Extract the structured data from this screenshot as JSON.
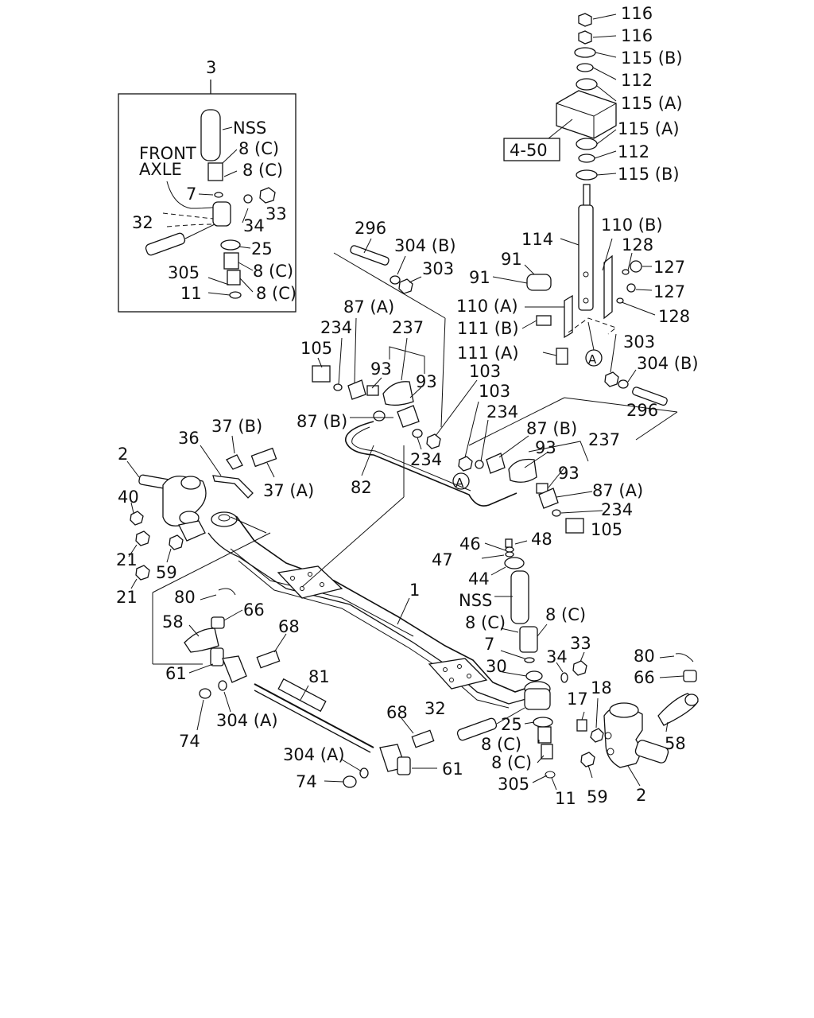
{
  "inset": {
    "number": "3",
    "note_line1": "FRONT",
    "note_line2": "AXLE",
    "labels": [
      {
        "id": "nss",
        "text": "NSS"
      },
      {
        "id": "c1",
        "text": "8 (C)"
      },
      {
        "id": "c2",
        "text": "8 (C)"
      },
      {
        "id": "p7",
        "text": "7"
      },
      {
        "id": "p34",
        "text": "34"
      },
      {
        "id": "p33",
        "text": "33"
      },
      {
        "id": "p32",
        "text": "32"
      },
      {
        "id": "p25",
        "text": "25"
      },
      {
        "id": "c3",
        "text": "8 (C)"
      },
      {
        "id": "p305",
        "text": "305"
      },
      {
        "id": "c4",
        "text": "8 (C)"
      },
      {
        "id": "p11",
        "text": "11"
      }
    ]
  },
  "reference_box": "4-50",
  "circle_marker": "A",
  "labels": [
    {
      "id": "l116a",
      "text": "116"
    },
    {
      "id": "l116b",
      "text": "116"
    },
    {
      "id": "l115b1",
      "text": "115 (B)"
    },
    {
      "id": "l112a",
      "text": "112"
    },
    {
      "id": "l115a1",
      "text": "115 (A)"
    },
    {
      "id": "l115a2",
      "text": "115 (A)"
    },
    {
      "id": "l112b",
      "text": "112"
    },
    {
      "id": "l115b2",
      "text": "115 (B)"
    },
    {
      "id": "l114",
      "text": "114"
    },
    {
      "id": "l110b",
      "text": "110 (B)"
    },
    {
      "id": "l128a",
      "text": "128"
    },
    {
      "id": "l127a",
      "text": "127"
    },
    {
      "id": "l127b",
      "text": "127"
    },
    {
      "id": "l128b",
      "text": "128"
    },
    {
      "id": "l91a",
      "text": "91"
    },
    {
      "id": "l91b",
      "text": "91"
    },
    {
      "id": "l110a",
      "text": "110 (A)"
    },
    {
      "id": "l111b",
      "text": "111 (B)"
    },
    {
      "id": "l111a",
      "text": "111 (A)"
    },
    {
      "id": "l296a",
      "text": "296"
    },
    {
      "id": "l304b1",
      "text": "304 (B)"
    },
    {
      "id": "l303a",
      "text": "303"
    },
    {
      "id": "l87a1",
      "text": "87 (A)"
    },
    {
      "id": "l234a",
      "text": "234"
    },
    {
      "id": "l237a",
      "text": "237"
    },
    {
      "id": "l105a",
      "text": "105"
    },
    {
      "id": "l93a",
      "text": "93"
    },
    {
      "id": "l93b",
      "text": "93"
    },
    {
      "id": "l103a",
      "text": "103"
    },
    {
      "id": "l303b",
      "text": "303"
    },
    {
      "id": "l304b2",
      "text": "304 (B)"
    },
    {
      "id": "l296b",
      "text": "296"
    },
    {
      "id": "l87b1",
      "text": "87 (B)"
    },
    {
      "id": "l103b",
      "text": "103"
    },
    {
      "id": "l234b",
      "text": "234"
    },
    {
      "id": "l87b2",
      "text": "87 (B)"
    },
    {
      "id": "l237b",
      "text": "237"
    },
    {
      "id": "l93c",
      "text": "93"
    },
    {
      "id": "l234c",
      "text": "234"
    },
    {
      "id": "l93d",
      "text": "93"
    },
    {
      "id": "l82",
      "text": "82"
    },
    {
      "id": "l87a2",
      "text": "87 (A)"
    },
    {
      "id": "l234d",
      "text": "234"
    },
    {
      "id": "l105b",
      "text": "105"
    },
    {
      "id": "l36",
      "text": "36"
    },
    {
      "id": "l37b",
      "text": "37 (B)"
    },
    {
      "id": "l2a",
      "text": "2"
    },
    {
      "id": "l37a",
      "text": "37 (A)"
    },
    {
      "id": "l40",
      "text": "40"
    },
    {
      "id": "l21a",
      "text": "21"
    },
    {
      "id": "l59a",
      "text": "59"
    },
    {
      "id": "l21b",
      "text": "21"
    },
    {
      "id": "l46",
      "text": "46"
    },
    {
      "id": "l48",
      "text": "48"
    },
    {
      "id": "l47",
      "text": "47"
    },
    {
      "id": "l44",
      "text": "44"
    },
    {
      "id": "l1",
      "text": "1"
    },
    {
      "id": "lnss",
      "text": "NSS"
    },
    {
      "id": "l80a",
      "text": "80"
    },
    {
      "id": "l66a",
      "text": "66"
    },
    {
      "id": "l58a",
      "text": "58"
    },
    {
      "id": "l8c1",
      "text": "8 (C)"
    },
    {
      "id": "l8c2",
      "text": "8 (C)"
    },
    {
      "id": "l68a",
      "text": "68"
    },
    {
      "id": "l7",
      "text": "7"
    },
    {
      "id": "l33",
      "text": "33"
    },
    {
      "id": "l34",
      "text": "34"
    },
    {
      "id": "l30",
      "text": "30"
    },
    {
      "id": "l80b",
      "text": "80"
    },
    {
      "id": "l66b",
      "text": "66"
    },
    {
      "id": "l61a",
      "text": "61"
    },
    {
      "id": "l81",
      "text": "81"
    },
    {
      "id": "l18",
      "text": "18"
    },
    {
      "id": "l17",
      "text": "17"
    },
    {
      "id": "l74a",
      "text": "74"
    },
    {
      "id": "l304a1",
      "text": "304 (A)"
    },
    {
      "id": "l68b",
      "text": "68"
    },
    {
      "id": "l32",
      "text": "32"
    },
    {
      "id": "l25",
      "text": "25"
    },
    {
      "id": "l8c3",
      "text": "8 (C)"
    },
    {
      "id": "l58b",
      "text": "58"
    },
    {
      "id": "l304a2",
      "text": "304 (A)"
    },
    {
      "id": "l61b",
      "text": "61"
    },
    {
      "id": "l8c4",
      "text": "8 (C)"
    },
    {
      "id": "l74b",
      "text": "74"
    },
    {
      "id": "l305",
      "text": "305"
    },
    {
      "id": "l11",
      "text": "11"
    },
    {
      "id": "l59b",
      "text": "59"
    },
    {
      "id": "l2b",
      "text": "2"
    }
  ]
}
